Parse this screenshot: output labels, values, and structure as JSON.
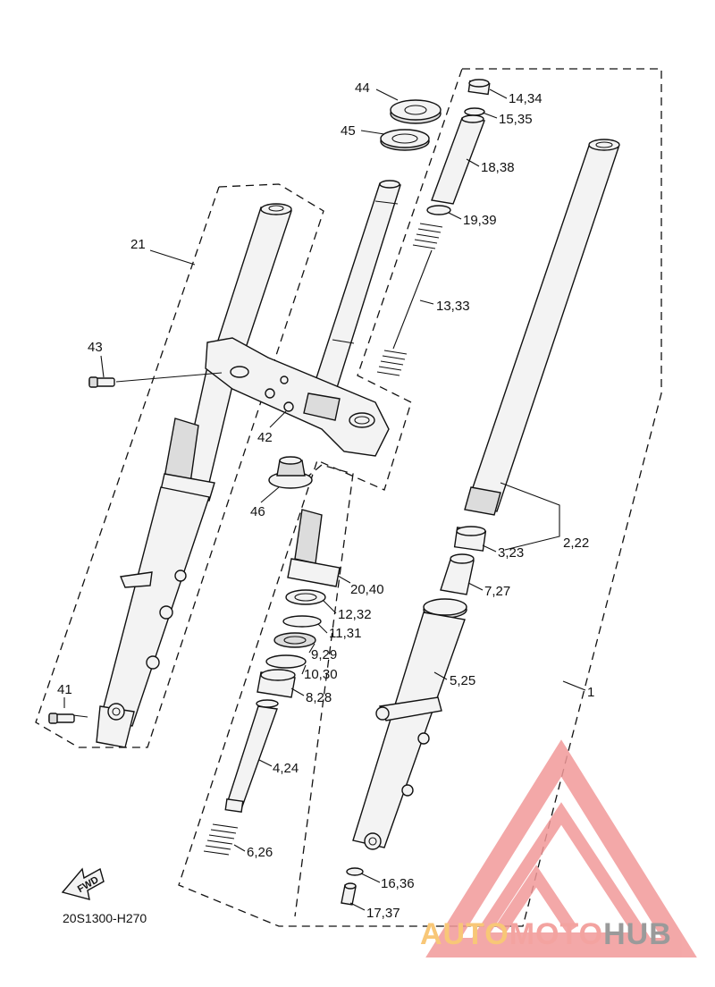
{
  "diagram": {
    "code": "20S1300-H270",
    "fwd": "FWD",
    "labels": {
      "p1": "1",
      "p2_22": "2,22",
      "p3_23": "3,23",
      "p4_24": "4,24",
      "p5_25": "5,25",
      "p6_26": "6,26",
      "p7_27": "7,27",
      "p8_28": "8,28",
      "p9_29": "9,29",
      "p10_30": "10,30",
      "p11_31": "11,31",
      "p12_32": "12,32",
      "p13_33": "13,33",
      "p14_34": "14,34",
      "p15_35": "15,35",
      "p16_36": "16,36",
      "p17_37": "17,37",
      "p18_38": "18,38",
      "p19_39": "19,39",
      "p20_40": "20,40",
      "p21": "21",
      "p41": "41",
      "p42": "42",
      "p43": "43",
      "p44": "44",
      "p45": "45",
      "p46": "46"
    }
  },
  "watermark": {
    "auto": "AUTO",
    "moto": "MOTO",
    "hub": "HUB",
    "colors": {
      "auto": "#f8c777",
      "moto": "#f3a3a0",
      "hub": "#9a9a9a",
      "logo": "#f29a9a"
    }
  }
}
